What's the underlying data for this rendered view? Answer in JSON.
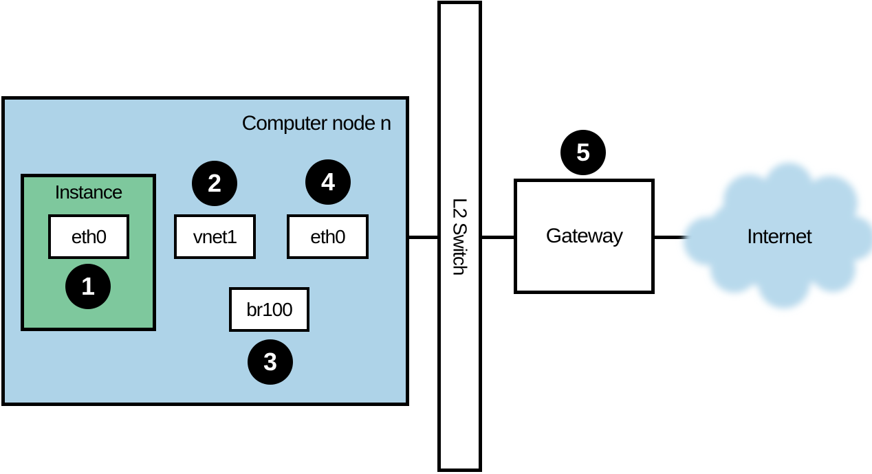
{
  "diagram": {
    "compute_node": {
      "label": "Computer node n"
    },
    "instance": {
      "label": "Instance",
      "interface_label": "eth0",
      "badge": "1"
    },
    "vnet1": {
      "label": "vnet1",
      "badge": "2"
    },
    "br100": {
      "label": "br100",
      "badge": "3"
    },
    "host_eth0": {
      "label": "eth0",
      "badge": "4"
    },
    "l2_switch": {
      "label": "L2 Switch"
    },
    "gateway": {
      "label": "Gateway",
      "badge": "5"
    },
    "internet": {
      "label": "Internet"
    },
    "colors": {
      "node_fill": "#aed3e8",
      "instance_fill": "#7ec89d",
      "cloud_fill": "#b8d9ec",
      "line": "#000000",
      "box_fill": "#ffffff",
      "badge_fill": "#000000",
      "badge_text": "#ffffff"
    }
  }
}
